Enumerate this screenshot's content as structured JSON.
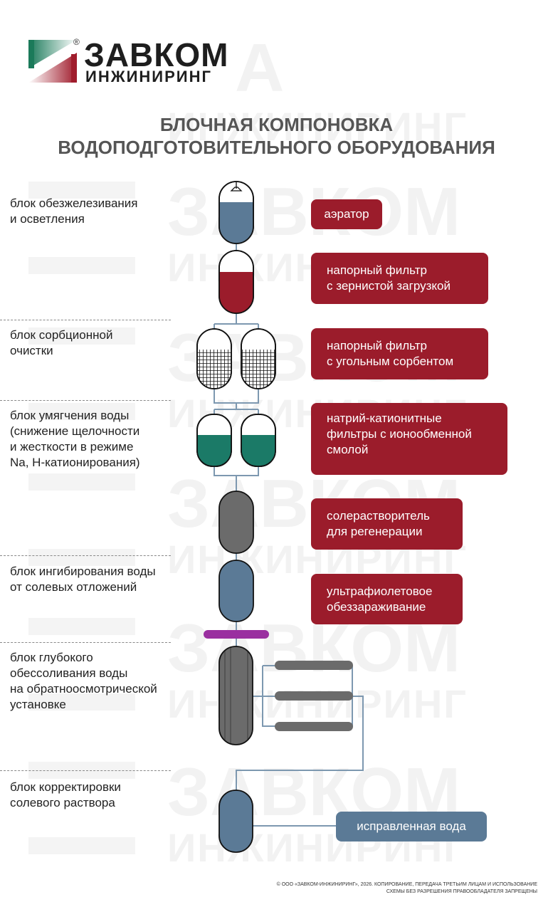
{
  "logo": {
    "line1": "ЗАВКОМ",
    "line2": "ИНЖИНИРИНГ",
    "registered": "®"
  },
  "title": {
    "line1": "БЛОЧНАЯ КОМПОНОВКА",
    "line2": "ВОДОПОДГОТОВИТЕЛЬНОГО ОБОРУДОВАНИЯ"
  },
  "blocks": [
    {
      "lines": [
        "блок обезжелезивания",
        "и осветления"
      ]
    },
    {
      "lines": [
        "блок сорбционной",
        "очистки"
      ]
    },
    {
      "lines": [
        "блок умягчения воды",
        "(снижение щелочности",
        "и жесткости в режиме",
        "Na, H-катионирования)"
      ]
    },
    {
      "lines": [
        "блок ингибирования воды",
        "от солевых отложений"
      ]
    },
    {
      "lines": [
        "блок глубокого",
        "обессоливания воды",
        "на обратноосмотрической",
        "установке"
      ]
    },
    {
      "lines": [
        "блок корректировки",
        "солевого раствора"
      ]
    }
  ],
  "equipment": [
    {
      "lines": [
        "аэратор"
      ]
    },
    {
      "lines": [
        "напорный фильтр",
        "с зернистой загрузкой"
      ]
    },
    {
      "lines": [
        "напорный фильтр",
        "с угольным сорбентом"
      ]
    },
    {
      "lines": [
        "натрий-катионитные",
        "фильтры с ионообменной",
        "смолой"
      ]
    },
    {
      "lines": [
        "солерастворитель",
        "для регенерации"
      ]
    },
    {
      "lines": [
        "ультрафиолетовое",
        "обеззараживание"
      ]
    },
    {
      "lines": [
        "исправленная вода"
      ]
    }
  ],
  "colors": {
    "red": "#9b1c2b",
    "blue": "#5b7a96",
    "green": "#1b7a67",
    "gray": "#6b6b6b",
    "purple": "#9a2fa0",
    "pipe": "#7d98b0"
  },
  "copyright": {
    "line1": "© ООО «ЗАВКОМ-ИНЖИНИРИНГ», 2026. КОПИРОВАНИЕ, ПЕРЕДАЧА ТРЕТЬИМ ЛИЦАМ И ИСПОЛЬЗОВАНИЕ",
    "line2": "СХЕМЫ БЕЗ РАЗРЕШЕНИЯ ПРАВООБЛАДАТЕЛЯ ЗАПРЕЩЕНЫ"
  }
}
